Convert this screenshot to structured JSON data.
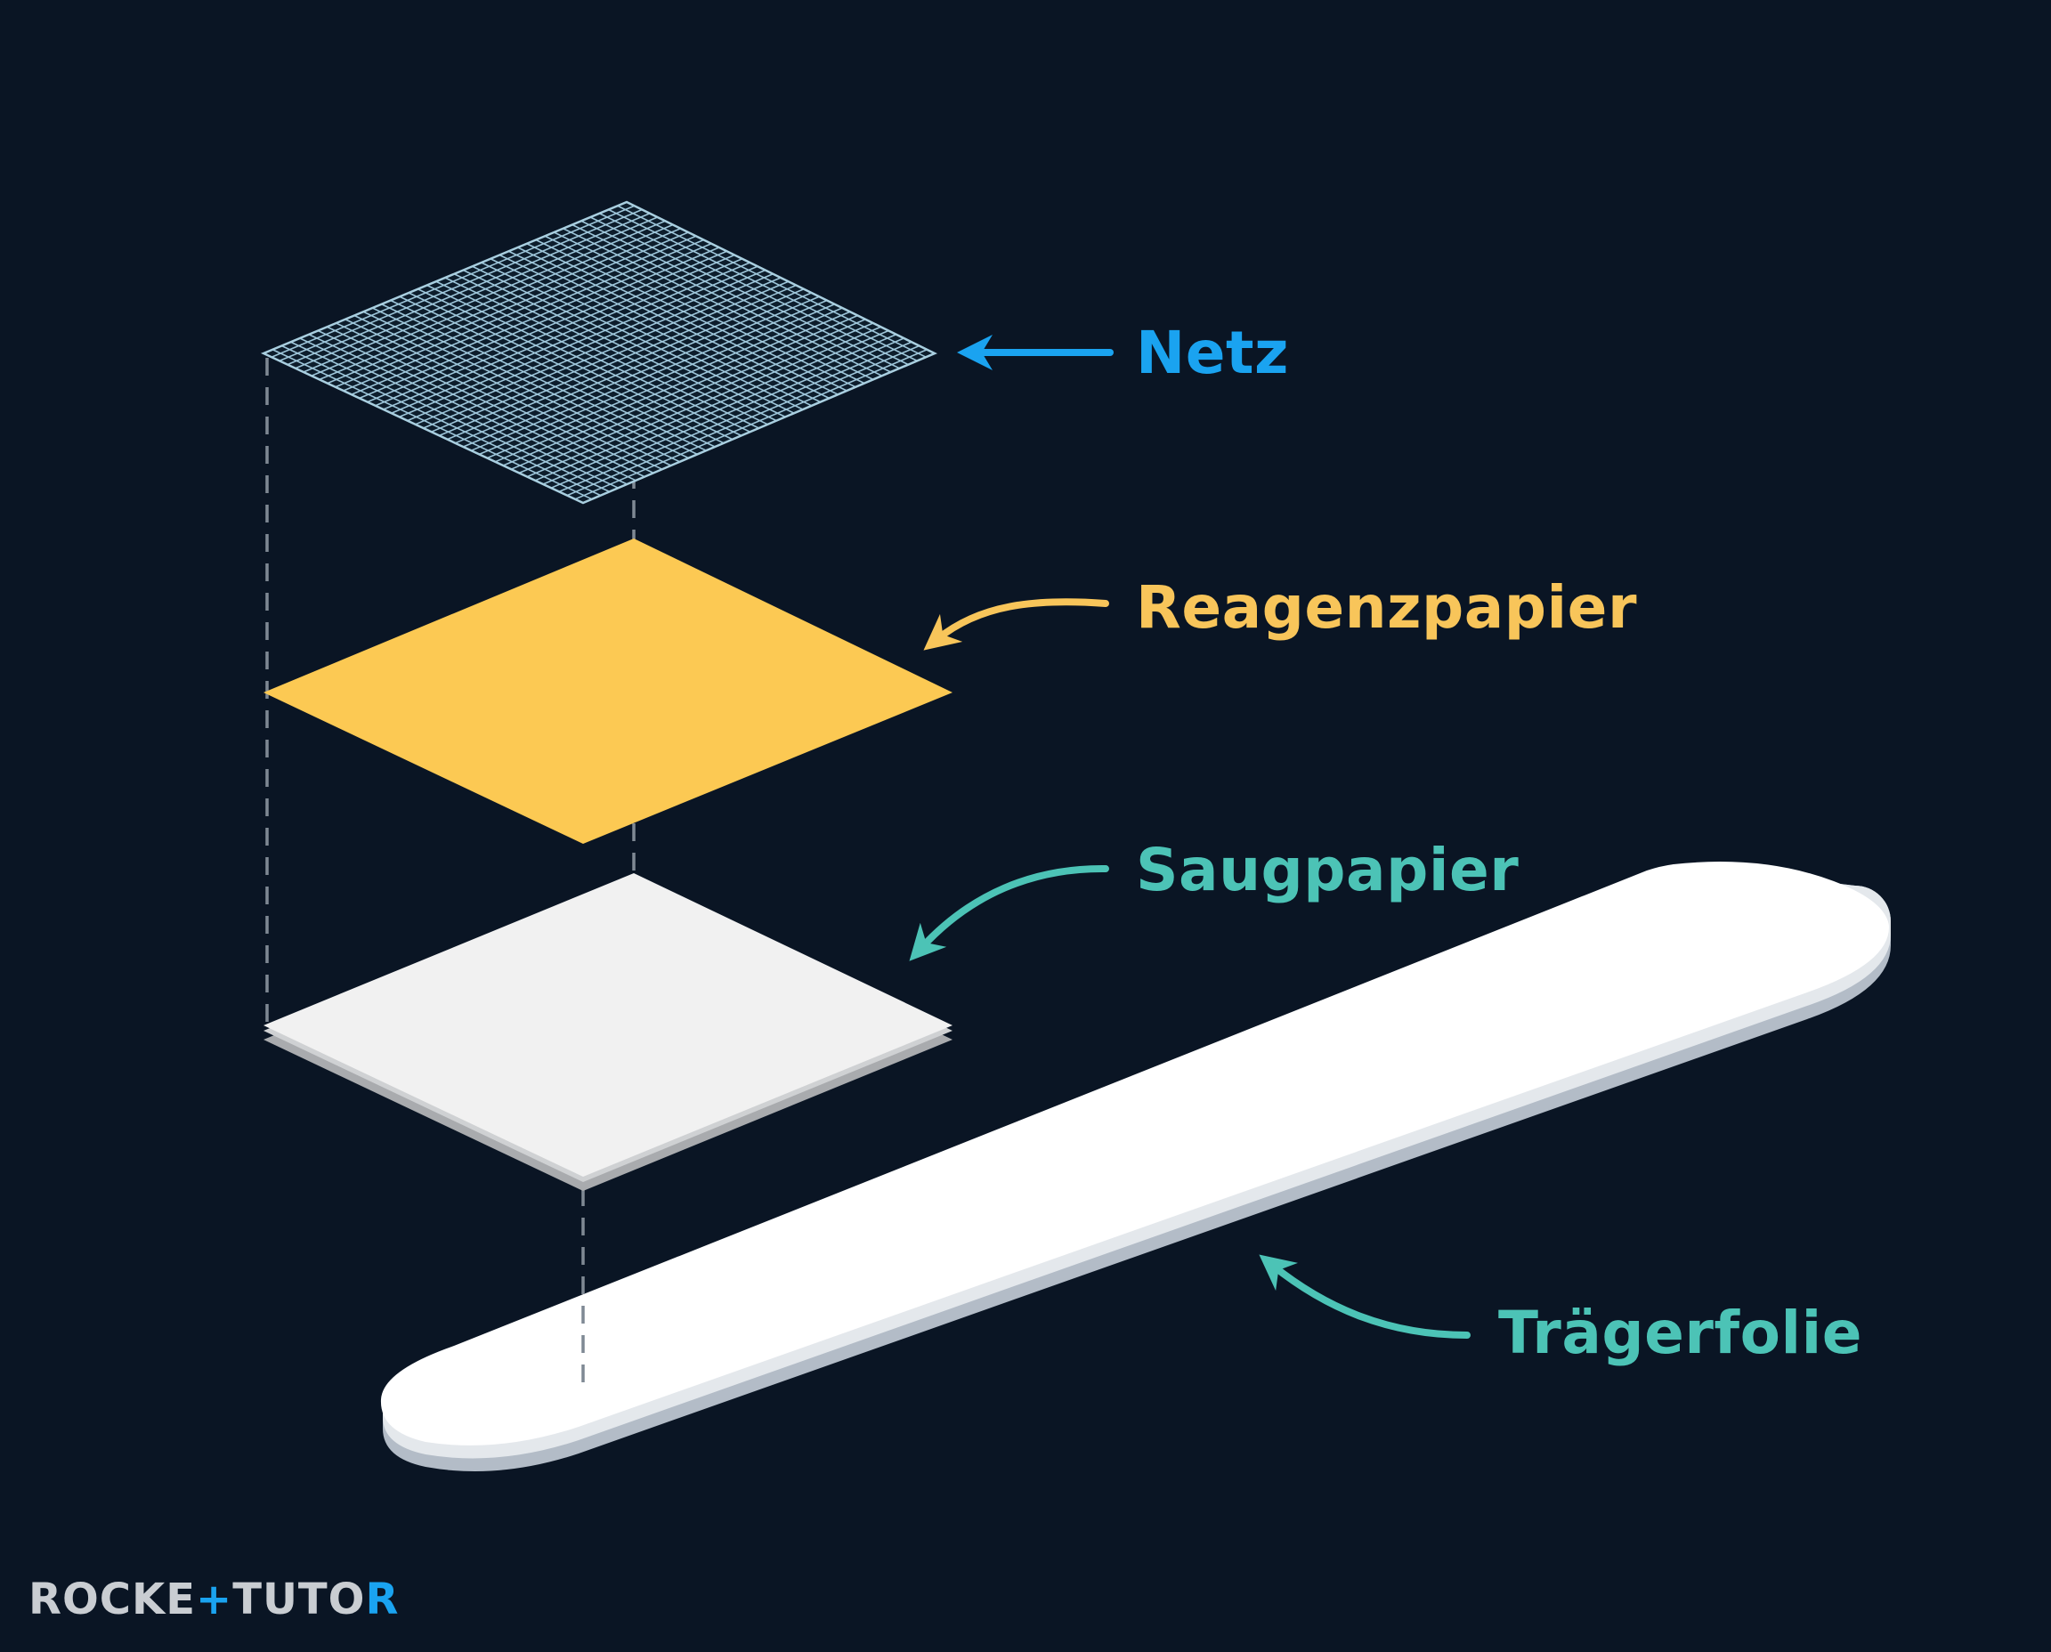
{
  "layers": [
    {
      "id": "netz",
      "label": "Netz",
      "color": "#1aa3f0"
    },
    {
      "id": "reagenzpapier",
      "label": "Reagenzpapier",
      "color": "#f8c55a"
    },
    {
      "id": "saugpapier",
      "label": "Saugpapier",
      "color": "#4cc3b6"
    },
    {
      "id": "traegerfolie",
      "label": "Trägerfolie",
      "color": "#4cc3b6"
    }
  ],
  "colors": {
    "background": "#0a1524",
    "mesh": "#9ec6da",
    "reagent": "#fcc953",
    "absorbent": "#f1f1f1",
    "strip": "#ffffff",
    "guide": "#7f8994"
  },
  "logo": {
    "part1": "ROCKE",
    "cross": "+",
    "part2": "TUTO",
    "part3": "R"
  }
}
